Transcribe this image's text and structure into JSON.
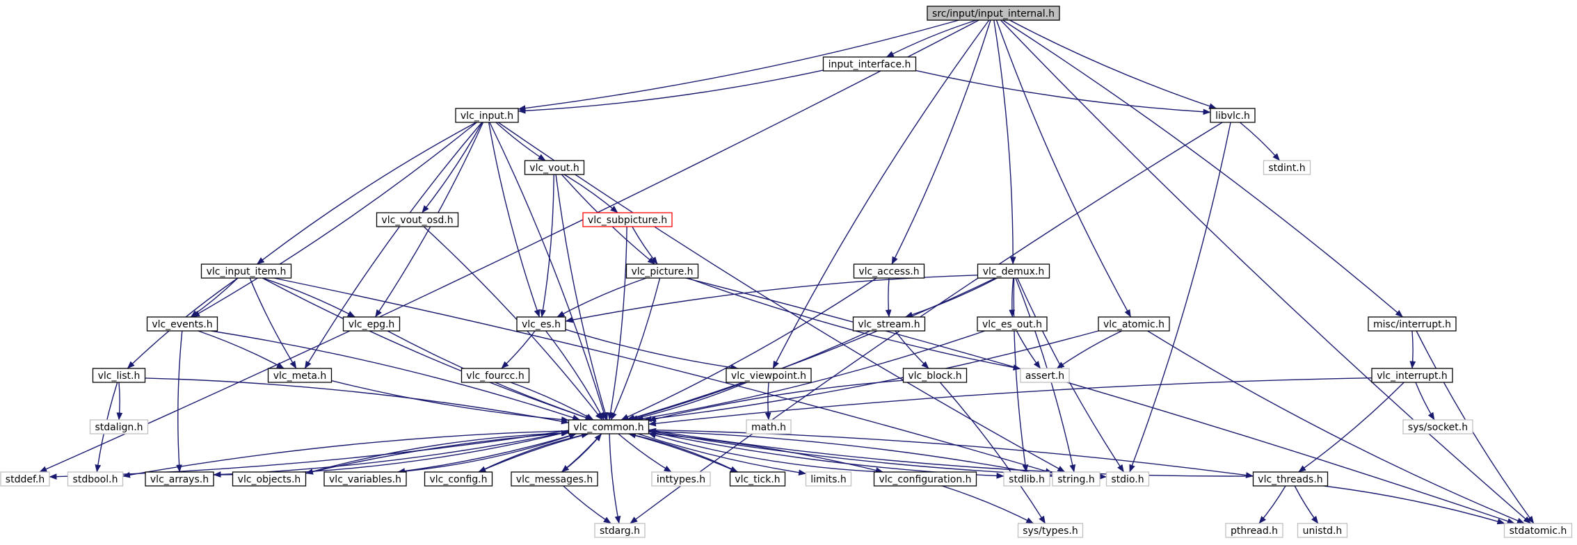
{
  "colors": {
    "edge": "#191970",
    "node_border": "#000000",
    "external_border": "#bfbfbf",
    "root_fill": "#bfbfbf",
    "highlight_border": "#ff0000",
    "background": "#ffffff"
  },
  "nodes": [
    {
      "id": "input_internal",
      "label": "src/input/input_internal.h",
      "style": "root"
    },
    {
      "id": "input_interface",
      "label": "input_interface.h",
      "style": "normal"
    },
    {
      "id": "vlc_input",
      "label": "vlc_input.h",
      "style": "normal"
    },
    {
      "id": "libvlc",
      "label": "libvlc.h",
      "style": "normal"
    },
    {
      "id": "stdint",
      "label": "stdint.h",
      "style": "external"
    },
    {
      "id": "vlc_vout",
      "label": "vlc_vout.h",
      "style": "normal"
    },
    {
      "id": "vlc_vout_osd",
      "label": "vlc_vout_osd.h",
      "style": "normal"
    },
    {
      "id": "vlc_subpicture",
      "label": "vlc_subpicture.h",
      "style": "highlight"
    },
    {
      "id": "vlc_picture",
      "label": "vlc_picture.h",
      "style": "normal"
    },
    {
      "id": "vlc_input_item",
      "label": "vlc_input_item.h",
      "style": "normal"
    },
    {
      "id": "vlc_access",
      "label": "vlc_access.h",
      "style": "normal"
    },
    {
      "id": "vlc_demux",
      "label": "vlc_demux.h",
      "style": "normal"
    },
    {
      "id": "vlc_events",
      "label": "vlc_events.h",
      "style": "normal"
    },
    {
      "id": "vlc_epg",
      "label": "vlc_epg.h",
      "style": "normal"
    },
    {
      "id": "vlc_es",
      "label": "vlc_es.h",
      "style": "normal"
    },
    {
      "id": "vlc_stream",
      "label": "vlc_stream.h",
      "style": "normal"
    },
    {
      "id": "vlc_es_out",
      "label": "vlc_es_out.h",
      "style": "normal"
    },
    {
      "id": "vlc_atomic",
      "label": "vlc_atomic.h",
      "style": "normal"
    },
    {
      "id": "misc_interrupt",
      "label": "misc/interrupt.h",
      "style": "normal"
    },
    {
      "id": "vlc_list",
      "label": "vlc_list.h",
      "style": "normal"
    },
    {
      "id": "vlc_meta",
      "label": "vlc_meta.h",
      "style": "normal"
    },
    {
      "id": "vlc_fourcc",
      "label": "vlc_fourcc.h",
      "style": "normal"
    },
    {
      "id": "vlc_viewpoint",
      "label": "vlc_viewpoint.h",
      "style": "normal"
    },
    {
      "id": "vlc_block",
      "label": "vlc_block.h",
      "style": "normal"
    },
    {
      "id": "assert",
      "label": "assert.h",
      "style": "external"
    },
    {
      "id": "vlc_interrupt",
      "label": "vlc_interrupt.h",
      "style": "normal"
    },
    {
      "id": "stdalign",
      "label": "stdalign.h",
      "style": "external"
    },
    {
      "id": "math",
      "label": "math.h",
      "style": "external"
    },
    {
      "id": "sys_socket",
      "label": "sys/socket.h",
      "style": "external"
    },
    {
      "id": "vlc_common",
      "label": "vlc_common.h",
      "style": "normal"
    },
    {
      "id": "stddef",
      "label": "stddef.h",
      "style": "external"
    },
    {
      "id": "stdbool",
      "label": "stdbool.h",
      "style": "external"
    },
    {
      "id": "vlc_arrays",
      "label": "vlc_arrays.h",
      "style": "normal"
    },
    {
      "id": "vlc_objects",
      "label": "vlc_objects.h",
      "style": "normal"
    },
    {
      "id": "vlc_variables",
      "label": "vlc_variables.h",
      "style": "normal"
    },
    {
      "id": "vlc_config",
      "label": "vlc_config.h",
      "style": "normal"
    },
    {
      "id": "vlc_messages",
      "label": "vlc_messages.h",
      "style": "normal"
    },
    {
      "id": "inttypes",
      "label": "inttypes.h",
      "style": "external"
    },
    {
      "id": "vlc_tick",
      "label": "vlc_tick.h",
      "style": "normal"
    },
    {
      "id": "limits",
      "label": "limits.h",
      "style": "external"
    },
    {
      "id": "vlc_configuration",
      "label": "vlc_configuration.h",
      "style": "normal"
    },
    {
      "id": "stdlib",
      "label": "stdlib.h",
      "style": "external"
    },
    {
      "id": "string",
      "label": "string.h",
      "style": "external"
    },
    {
      "id": "stdio",
      "label": "stdio.h",
      "style": "external"
    },
    {
      "id": "vlc_threads",
      "label": "vlc_threads.h",
      "style": "normal"
    },
    {
      "id": "stdatomic",
      "label": "stdatomic.h",
      "style": "external"
    },
    {
      "id": "stdarg",
      "label": "stdarg.h",
      "style": "external"
    },
    {
      "id": "sys_types",
      "label": "sys/types.h",
      "style": "external"
    },
    {
      "id": "pthread",
      "label": "pthread.h",
      "style": "external"
    },
    {
      "id": "unistd",
      "label": "unistd.h",
      "style": "external"
    }
  ],
  "edges": [
    [
      "input_internal",
      "stddef"
    ],
    [
      "input_internal",
      "input_interface"
    ],
    [
      "input_internal",
      "vlc_input"
    ],
    [
      "input_internal",
      "libvlc"
    ],
    [
      "input_internal",
      "vlc_access"
    ],
    [
      "input_internal",
      "vlc_viewpoint"
    ],
    [
      "input_internal",
      "vlc_demux"
    ],
    [
      "input_internal",
      "vlc_atomic"
    ],
    [
      "input_internal",
      "misc_interrupt"
    ],
    [
      "input_internal",
      "stdatomic"
    ],
    [
      "input_interface",
      "vlc_input"
    ],
    [
      "input_interface",
      "libvlc"
    ],
    [
      "libvlc",
      "stdint"
    ],
    [
      "libvlc",
      "stdarg"
    ],
    [
      "libvlc",
      "stdio"
    ],
    [
      "vlc_input",
      "vlc_vout"
    ],
    [
      "vlc_input",
      "vlc_vout_osd"
    ],
    [
      "vlc_input",
      "vlc_input_item"
    ],
    [
      "vlc_input",
      "vlc_events"
    ],
    [
      "vlc_input",
      "vlc_meta"
    ],
    [
      "vlc_input",
      "vlc_epg"
    ],
    [
      "vlc_input",
      "vlc_es"
    ],
    [
      "vlc_input",
      "vlc_common"
    ],
    [
      "vlc_input",
      "string"
    ],
    [
      "vlc_vout",
      "vlc_subpicture"
    ],
    [
      "vlc_vout",
      "vlc_picture"
    ],
    [
      "vlc_vout",
      "vlc_es"
    ],
    [
      "vlc_vout",
      "vlc_common"
    ],
    [
      "vlc_vout_osd",
      "vlc_common"
    ],
    [
      "vlc_subpicture",
      "vlc_picture"
    ],
    [
      "vlc_subpicture",
      "vlc_common"
    ],
    [
      "vlc_picture",
      "vlc_es"
    ],
    [
      "vlc_picture",
      "vlc_common"
    ],
    [
      "vlc_picture",
      "assert"
    ],
    [
      "vlc_picture",
      "stdatomic"
    ],
    [
      "vlc_input_item",
      "vlc_list"
    ],
    [
      "vlc_input_item",
      "vlc_events"
    ],
    [
      "vlc_input_item",
      "vlc_meta"
    ],
    [
      "vlc_input_item",
      "vlc_epg"
    ],
    [
      "vlc_input_item",
      "vlc_common"
    ],
    [
      "vlc_input_item",
      "string"
    ],
    [
      "vlc_access",
      "vlc_stream"
    ],
    [
      "vlc_access",
      "vlc_common"
    ],
    [
      "vlc_demux",
      "vlc_es"
    ],
    [
      "vlc_demux",
      "vlc_stream"
    ],
    [
      "vlc_demux",
      "vlc_es_out"
    ],
    [
      "vlc_demux",
      "vlc_common"
    ],
    [
      "vlc_demux",
      "stdlib"
    ],
    [
      "vlc_demux",
      "string"
    ],
    [
      "vlc_demux",
      "stdio"
    ],
    [
      "vlc_events",
      "vlc_meta"
    ],
    [
      "vlc_events",
      "vlc_arrays"
    ],
    [
      "vlc_events",
      "vlc_common"
    ],
    [
      "vlc_epg",
      "vlc_common"
    ],
    [
      "vlc_es",
      "vlc_fourcc"
    ],
    [
      "vlc_es",
      "vlc_viewpoint"
    ],
    [
      "vlc_es",
      "vlc_common"
    ],
    [
      "vlc_stream",
      "vlc_block"
    ],
    [
      "vlc_stream",
      "vlc_common"
    ],
    [
      "vlc_es_out",
      "assert"
    ],
    [
      "vlc_es_out",
      "vlc_common"
    ],
    [
      "vlc_atomic",
      "assert"
    ],
    [
      "vlc_atomic",
      "vlc_common"
    ],
    [
      "vlc_atomic",
      "stdatomic"
    ],
    [
      "misc_interrupt",
      "vlc_interrupt"
    ],
    [
      "misc_interrupt",
      "stdatomic"
    ],
    [
      "vlc_list",
      "stdalign"
    ],
    [
      "vlc_list",
      "stdbool"
    ],
    [
      "vlc_list",
      "vlc_common"
    ],
    [
      "vlc_meta",
      "vlc_common"
    ],
    [
      "vlc_fourcc",
      "vlc_common"
    ],
    [
      "vlc_viewpoint",
      "math"
    ],
    [
      "vlc_viewpoint",
      "vlc_common"
    ],
    [
      "vlc_block",
      "vlc_common"
    ],
    [
      "vlc_block",
      "sys_types"
    ],
    [
      "vlc_interrupt",
      "sys_socket"
    ],
    [
      "vlc_interrupt",
      "vlc_threads"
    ],
    [
      "vlc_interrupt",
      "vlc_common"
    ],
    [
      "vlc_common",
      "stddef"
    ],
    [
      "vlc_common",
      "stdbool"
    ],
    [
      "vlc_common",
      "vlc_arrays"
    ],
    [
      "vlc_common",
      "vlc_objects"
    ],
    [
      "vlc_common",
      "vlc_variables"
    ],
    [
      "vlc_common",
      "vlc_config"
    ],
    [
      "vlc_common",
      "vlc_messages"
    ],
    [
      "vlc_common",
      "inttypes"
    ],
    [
      "vlc_common",
      "vlc_tick"
    ],
    [
      "vlc_common",
      "limits"
    ],
    [
      "vlc_common",
      "vlc_configuration"
    ],
    [
      "vlc_common",
      "stdlib"
    ],
    [
      "vlc_common",
      "string"
    ],
    [
      "vlc_common",
      "stdio"
    ],
    [
      "vlc_common",
      "vlc_threads"
    ],
    [
      "vlc_common",
      "stdarg"
    ],
    [
      "vlc_arrays",
      "vlc_common"
    ],
    [
      "vlc_objects",
      "vlc_common"
    ],
    [
      "vlc_variables",
      "vlc_common"
    ],
    [
      "vlc_config",
      "vlc_common"
    ],
    [
      "vlc_messages",
      "vlc_common"
    ],
    [
      "vlc_messages",
      "stdarg"
    ],
    [
      "vlc_tick",
      "vlc_common"
    ],
    [
      "vlc_configuration",
      "vlc_common"
    ],
    [
      "vlc_configuration",
      "sys_types"
    ],
    [
      "vlc_threads",
      "vlc_common"
    ],
    [
      "vlc_threads",
      "pthread"
    ],
    [
      "vlc_threads",
      "unistd"
    ],
    [
      "vlc_threads",
      "stdatomic"
    ]
  ]
}
